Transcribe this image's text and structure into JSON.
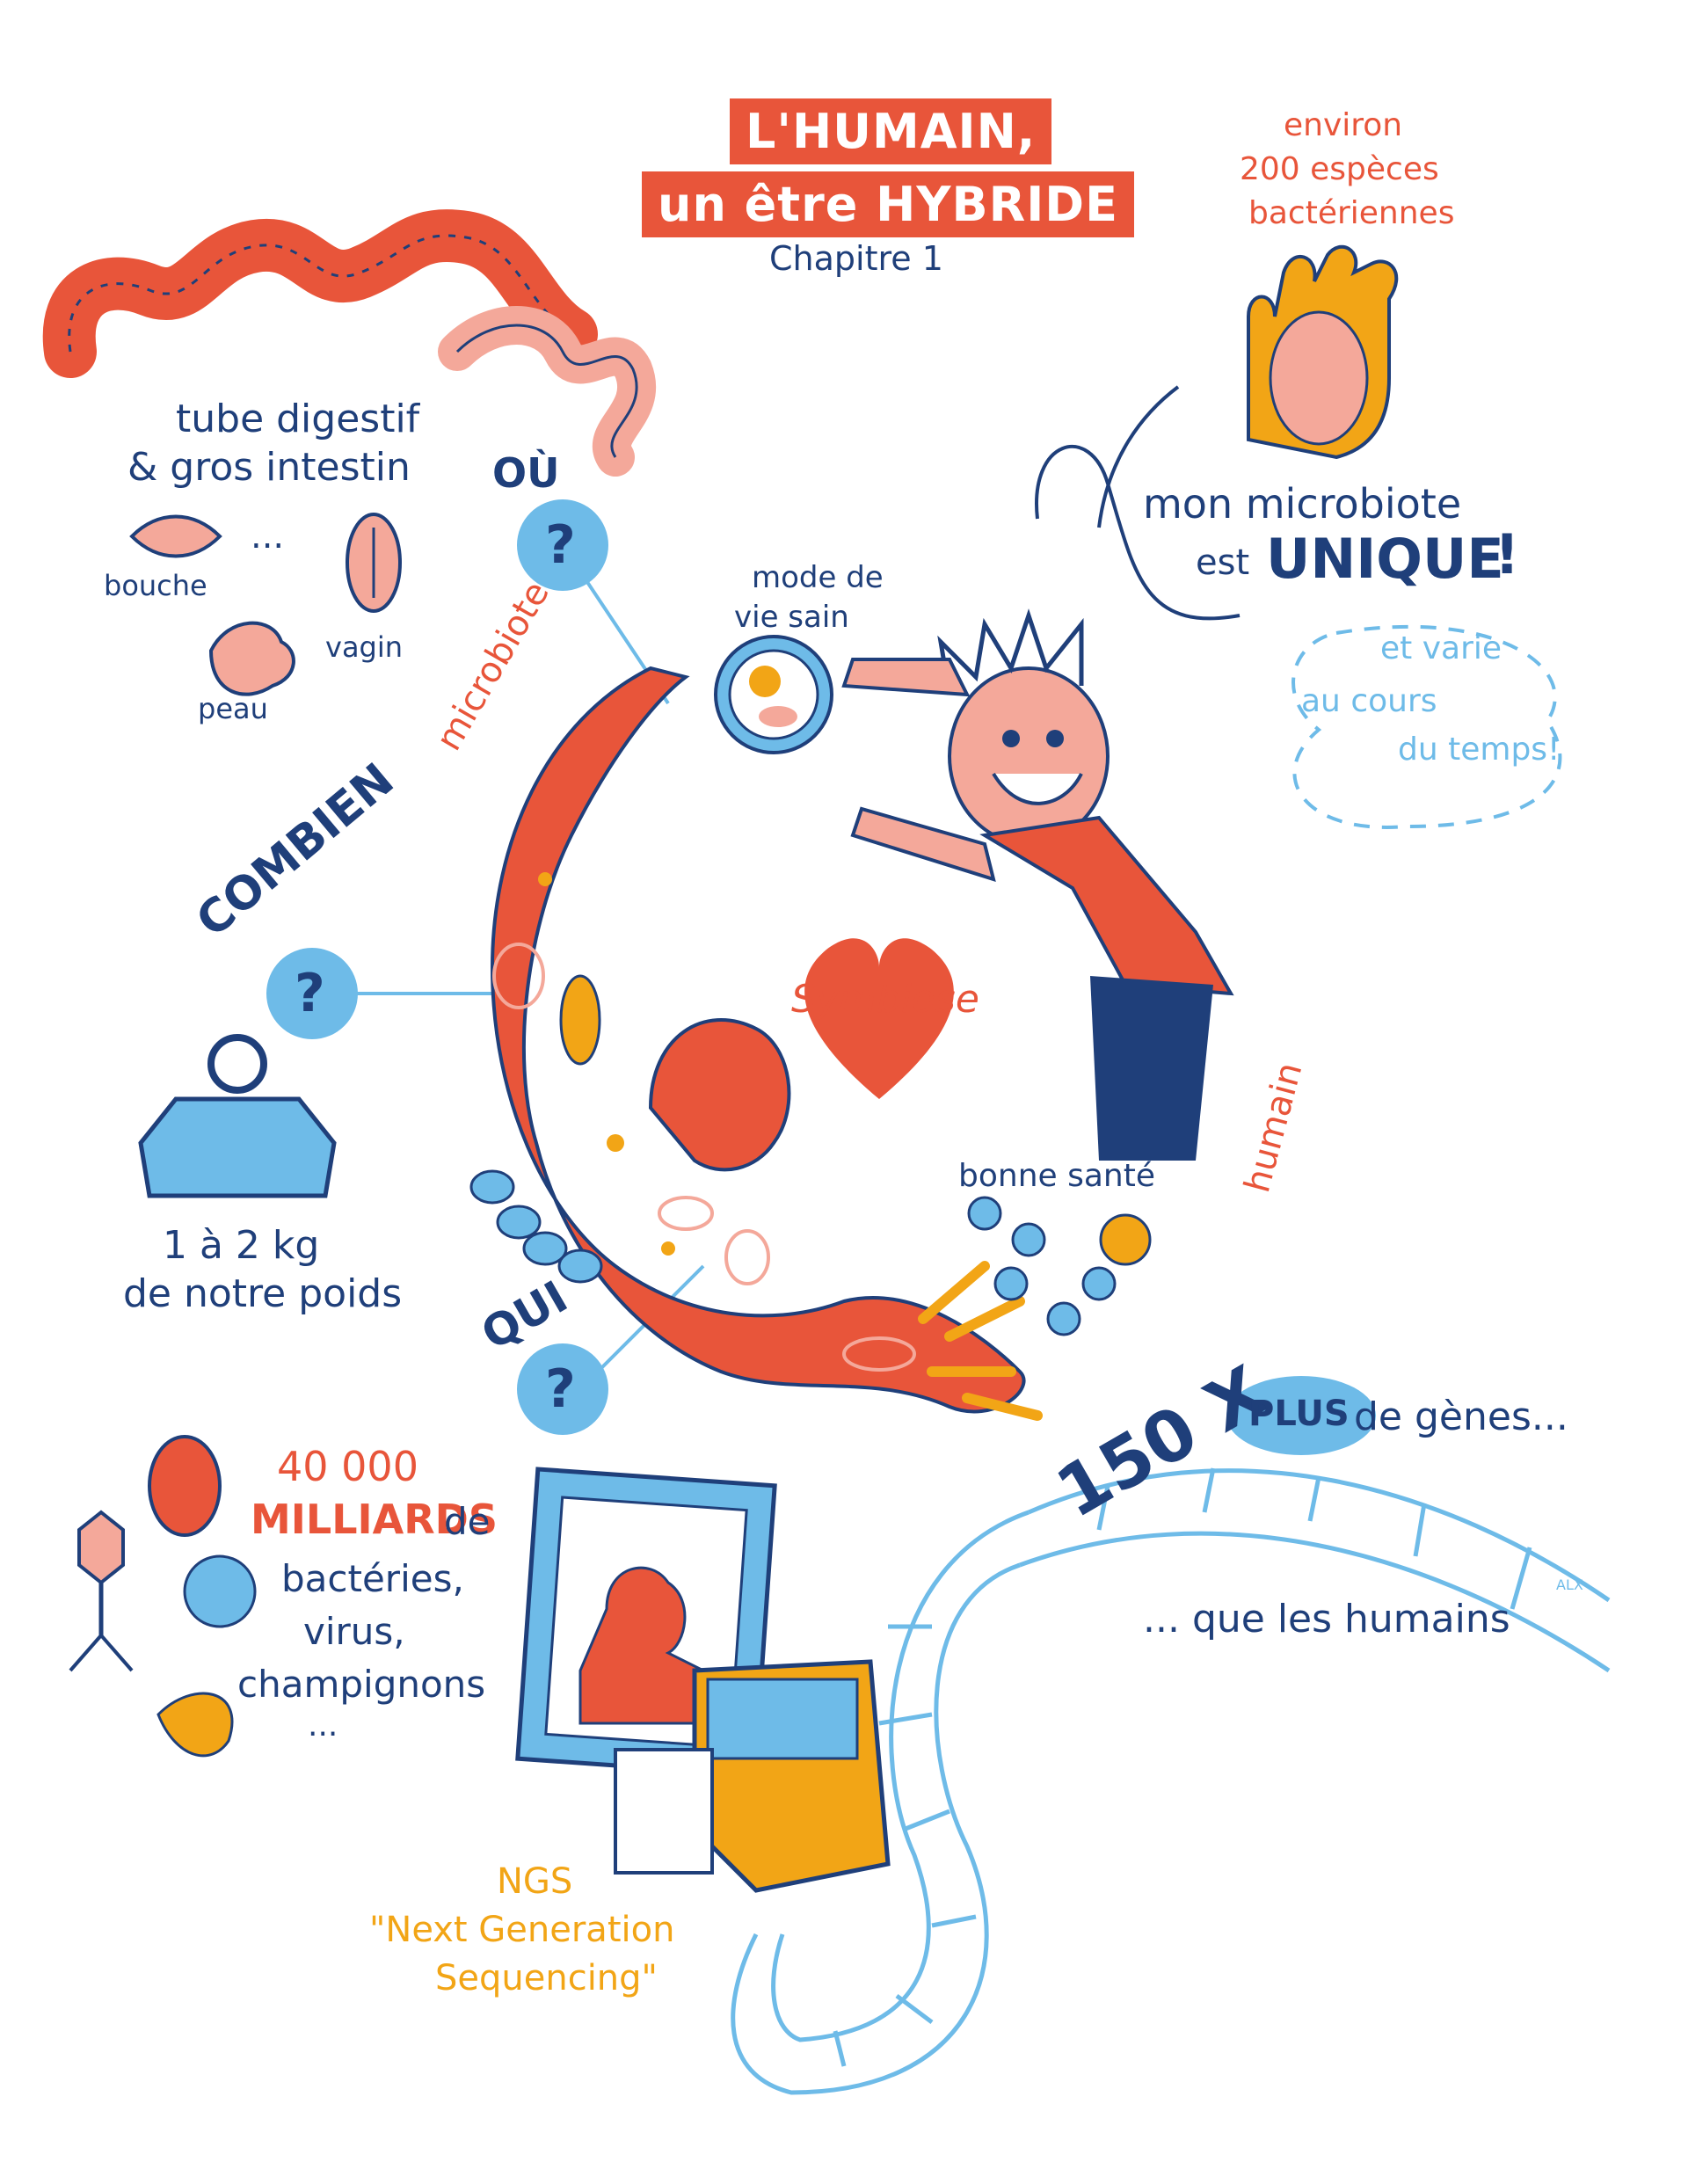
{
  "title": {
    "line1": "L'HUMAIN,",
    "line2": "un être HYBRIDE",
    "chapter": "Chapitre 1"
  },
  "top_right": {
    "line1": "environ",
    "line2": "200 espèces",
    "line3": "bactériennes"
  },
  "unique": {
    "line1": "mon microbiote",
    "line2_prefix": "est",
    "line2_word": "UNIQUE",
    "line2_suffix": "!",
    "varies1": "et varie",
    "varies2": "au cours",
    "varies3": "du temps!"
  },
  "where": {
    "question": "OÙ",
    "mark": "?",
    "tube1": "tube digestif",
    "tube2": "& gros intestin",
    "dots": "...",
    "bouche": "bouche",
    "vagin": "vagin",
    "peau": "peau"
  },
  "center": {
    "microbiote": "microbiote",
    "humain": "humain",
    "symbiose": "Symbiose",
    "mode1": "mode de",
    "mode2": "vie sain",
    "sante": "bonne santé"
  },
  "combien": {
    "question": "COMBIEN",
    "mark": "?",
    "line1": "1 à 2 kg",
    "line2": "de notre poids"
  },
  "qui": {
    "question": "QUI",
    "mark": "?",
    "count": "40 000",
    "milliards": "MILLIARDS",
    "de": "de",
    "l1": "bactéries,",
    "l2": "virus,",
    "l3": "champignons",
    "dots": "..."
  },
  "ngs": {
    "line1": "NGS",
    "line2": "\"Next Generation",
    "line3": "Sequencing\""
  },
  "genes": {
    "times": "150 X",
    "plus": "PLUS",
    "suffix": "de gènes...",
    "bottom": "... que les humains"
  },
  "signature": "ALX",
  "colors": {
    "red": "#e8553a",
    "orange": "#f2a516",
    "navy": "#1f3f7a",
    "sky": "#6ebbe8",
    "pink": "#f4a89a"
  }
}
